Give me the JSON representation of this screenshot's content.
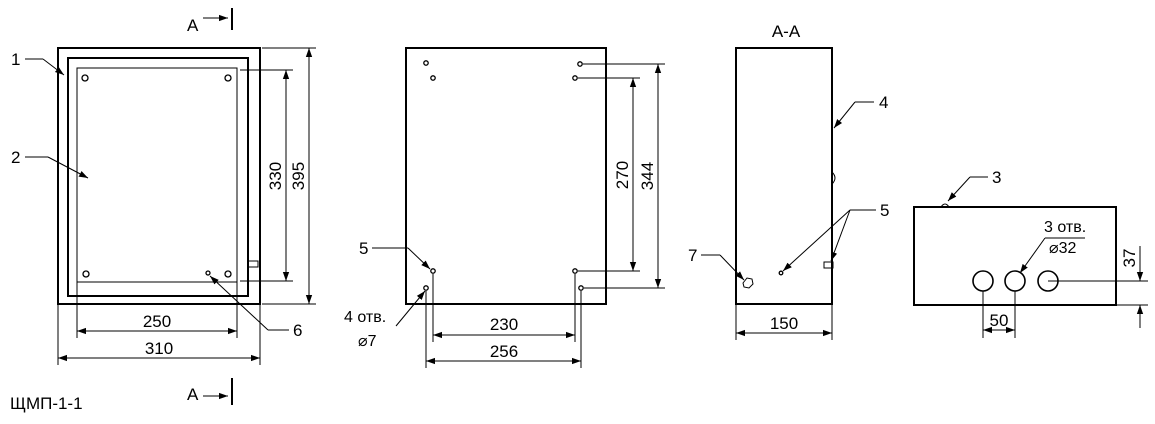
{
  "section_labels": {
    "top": "А",
    "bottom": "А",
    "section_view": "А-А"
  },
  "model_name": "ЩМП-1-1",
  "front_view": {
    "callouts": [
      "1",
      "2",
      "6"
    ],
    "dimensions": {
      "height_outer": "395",
      "height_inner": "330",
      "width_inner": "250",
      "width_outer": "310"
    }
  },
  "back_view": {
    "callouts": [
      "5"
    ],
    "holes_note_line1": "4 отв.",
    "holes_note_line2": "⌀7",
    "dimensions": {
      "height_outer": "344",
      "height_inner": "270",
      "width_inner": "230",
      "width_outer": "256"
    }
  },
  "side_view": {
    "callouts": [
      "4",
      "5",
      "7"
    ],
    "dimensions": {
      "depth": "150"
    }
  },
  "bottom_view": {
    "callouts": [
      "3"
    ],
    "holes_note_line1": "3 отв.",
    "holes_note_line2": "⌀32",
    "dimensions": {
      "offset": "37",
      "pitch": "50"
    }
  }
}
